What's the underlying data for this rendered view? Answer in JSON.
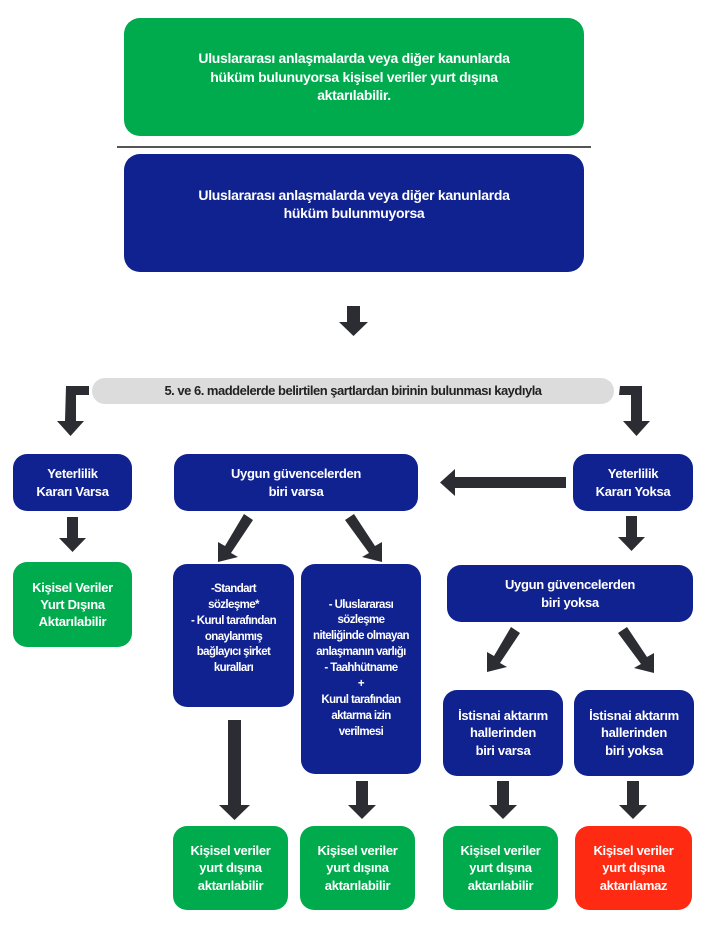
{
  "colors": {
    "green": "#00ab4e",
    "blue": "#10228f",
    "red": "#ff2a12",
    "condition_pill": "#dcdcdc",
    "arrow": "#2b2d33"
  },
  "top": {
    "green_box": "Uluslararası anlaşmalarda veya diğer kanunlarda\nhüküm bulunuyorsa kişisel veriler yurt dışına\naktarılabilir.",
    "blue_box": "Uluslararası anlaşmalarda veya diğer kanunlarda\nhüküm bulunmuyorsa"
  },
  "condition": "5. ve 6. maddelerde belirtilen şartlardan birinin bulunması kaydıyla",
  "left_branch": {
    "decision": "Yeterlilik\nKararı Varsa",
    "outcome": "Kişisel Veriler\nYurt Dışına\nAktarılabilir"
  },
  "right_branch": {
    "decision": "Yeterlilik\nKararı Yoksa",
    "safeguards_none": "Uygun güvencelerden\nbiri yoksa",
    "exception_yes": "İstisnai aktarım\nhallerinden\nbiri varsa",
    "exception_no": "İstisnai aktarım\nhallerinden\nbiri yoksa",
    "outcome_exception_yes": "Kişisel veriler\nyurt dışına\naktarılabilir",
    "outcome_exception_no": "Kişisel veriler\nyurt dışına\naktarılamaz"
  },
  "middle_branch": {
    "safeguards_exist": "Uygun güvencelerden\nbiri varsa",
    "option_a": "-Standart\nsözleşme*\n- Kurul tarafından\nonaylanmış\nbağlayıcı şirket\nkuralları",
    "option_b": "- Uluslararası\nsözleşme\nniteliğinde olmayan\nanlaşmanın varlığı\n- Taahhütname\n+\nKurul tarafından\naktarma izin\nverilmesi",
    "outcome_a": "Kişisel veriler\nyurt dışına\naktarılabilir",
    "outcome_b": "Kişisel veriler\nyurt dışına\naktarılabilir"
  }
}
